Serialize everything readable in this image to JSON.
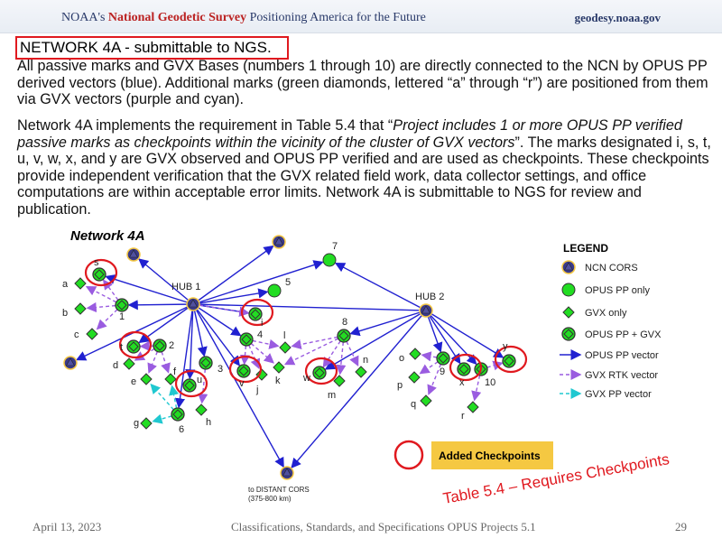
{
  "header": {
    "org_prefix": "NOAA's ",
    "org_name": "National Geodetic Survey",
    "tagline": " Positioning America for the Future",
    "url": "geodesy.noaa.gov"
  },
  "title": "NETWORK 4A  - submittable to NGS.",
  "para1": "All passive marks and GVX Bases (numbers 1 through 10) are directly connected to the NCN by OPUS PP derived vectors (blue). Additional marks (green diamonds, lettered “a” through “r”) are positioned from them via GVX vectors (purple and cyan).",
  "para2_a": "Network 4A implements the requirement in Table 5.4 that “",
  "para2_quote": "Project includes 1 or more OPUS PP verified passive marks as checkpoints within the vicinity of the cluster of GVX vectors",
  "para2_b": "”. The marks designated i, s, t, u, v, w, x, and y are GVX observed and OPUS PP verified and are used as checkpoints.  These checkpoints provide independent verification that the GVX related field work, data collector settings, and office computations are within acceptable error limits. Network 4A is submittable to NGS for review and publication.",
  "diagram": {
    "title": "Network 4A",
    "hub1": "HUB 1",
    "hub2": "HUB 2",
    "distant1": "to DISTANT CORS",
    "distant2": "(375-800 km)",
    "labels": {
      "s": "s",
      "a": "a",
      "b": "b",
      "c": "c",
      "1": "1",
      "t": "t",
      "2": "2",
      "d": "d",
      "e": "e",
      "f": "f",
      "u": "u",
      "3": "3",
      "h": "h",
      "6": "6",
      "g": "g",
      "i": "i",
      "4": "4",
      "l": "l",
      "k": "k",
      "j": "j",
      "v": "v",
      "5": "5",
      "7": "7",
      "8": "8",
      "w": "w",
      "m": "m",
      "n": "n",
      "o": "o",
      "p": "p",
      "q": "q",
      "9": "9",
      "x": "x",
      "10": "10",
      "y": "y",
      "r": "r"
    },
    "legend": {
      "title": "LEGEND",
      "items": [
        "NCN CORS",
        "OPUS PP only",
        "GVX only",
        "OPUS PP + GVX",
        "OPUS PP vector",
        "GVX RTK vector",
        "GVX PP vector"
      ]
    },
    "added_checkpoints": "Added Checkpoints",
    "annotation": "Table 5.4 – Requires Checkpoints",
    "colors": {
      "blue": "#2020d0",
      "purple": "#9a5ce0",
      "cyan": "#20c8d0",
      "green": "#22dd22",
      "red": "#e0191f",
      "gold": "#f5c842"
    }
  },
  "footer": {
    "date": "April 13, 2023",
    "center": "Classifications, Standards, and Specifications OPUS Projects 5.1",
    "page": "29"
  }
}
